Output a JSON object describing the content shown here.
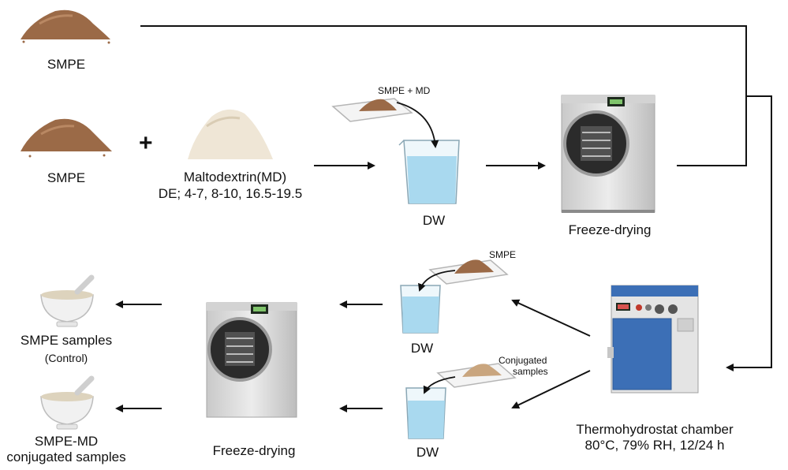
{
  "labels": {
    "smpe_top": "SMPE",
    "smpe_mid": "SMPE",
    "plus": "+",
    "md_name": "Maltodextrin(MD)",
    "md_de": "DE; 4-7, 8-10, 16.5-19.5",
    "smpe_md_dish": "SMPE + MD",
    "dw_top": "DW",
    "freeze_top": "Freeze-drying",
    "smpe_dish": "SMPE",
    "dw_mid": "DW",
    "conj_dish_1": "Conjugated",
    "conj_dish_2": "samples",
    "dw_bottom": "DW",
    "chamber_1": "Thermohydrostat chamber",
    "chamber_2": "80°C, 79% RH, 12/24 h",
    "freeze_bottom": "Freeze-drying",
    "control_1": "SMPE samples",
    "control_2": "(Control)",
    "conjugated_1": "SMPE-MD",
    "conjugated_2": "conjugated samples"
  },
  "colors": {
    "powder": "#9b6a47",
    "maltodextrin": "#efe6d6",
    "water": "#a9d9ef",
    "machine": "#dcdcdc",
    "chamber_door": "#3c6fb6",
    "arrow": "#111111"
  }
}
